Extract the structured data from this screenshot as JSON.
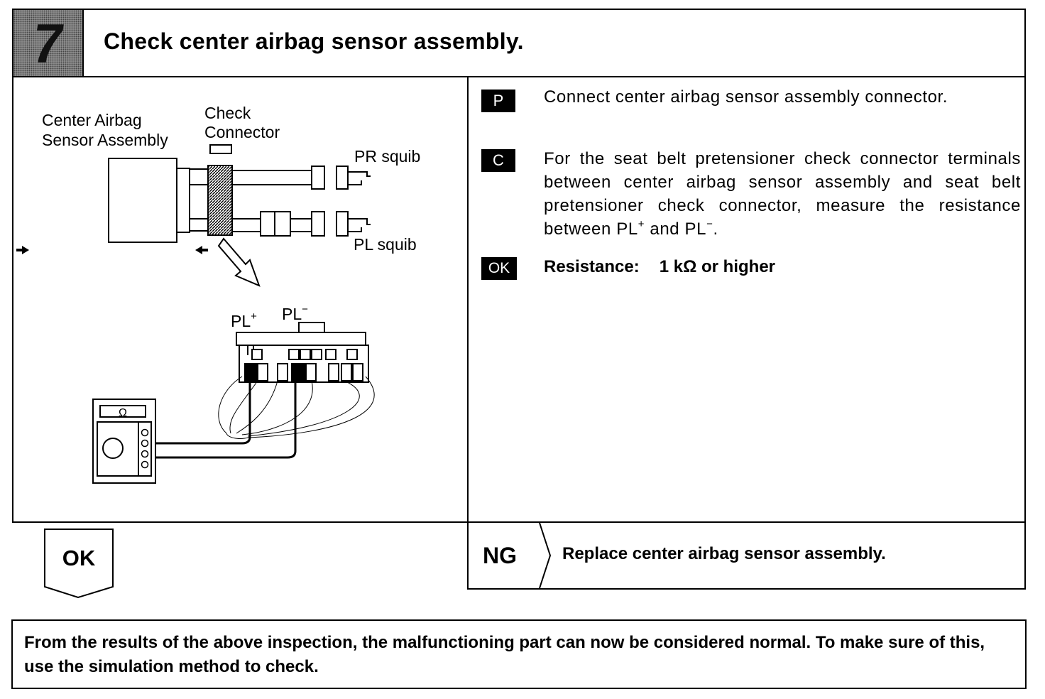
{
  "step": {
    "number": "7",
    "title": "Check center airbag sensor assembly."
  },
  "diagram": {
    "label_center_airbag_line1": "Center Airbag",
    "label_center_airbag_line2": "Sensor Assembly",
    "label_check_line1": "Check",
    "label_check_line2": "Connector",
    "label_pr_squib": "PR squib",
    "label_pl_squib": "PL squib",
    "label_pl_plus": "PL",
    "label_pl_plus_sup": "+",
    "label_pl_minus": "PL",
    "label_pl_minus_sup": "−",
    "meter_symbol": "Ω"
  },
  "instructions": {
    "p_badge": "P",
    "p_text": "Connect center airbag sensor assembly connector.",
    "c_badge": "C",
    "c_text_1": "For the seat belt pretensioner check connector terminals between center airbag sensor assembly and seat belt pretensioner check connector, measure the resistance between PL",
    "c_sup_plus": "+",
    "c_text_2": " and PL",
    "c_sup_minus": "−",
    "c_text_3": ".",
    "ok_badge": "OK",
    "resistance_label": "Resistance:",
    "resistance_value": "1 kΩ or higher"
  },
  "results": {
    "ok_label": "OK",
    "ng_label": "NG",
    "ng_action": "Replace center airbag sensor assembly."
  },
  "note": {
    "text": "From the results of the above inspection, the malfunctioning part can now be considered normal. To make sure of this, use the simulation method to check."
  }
}
